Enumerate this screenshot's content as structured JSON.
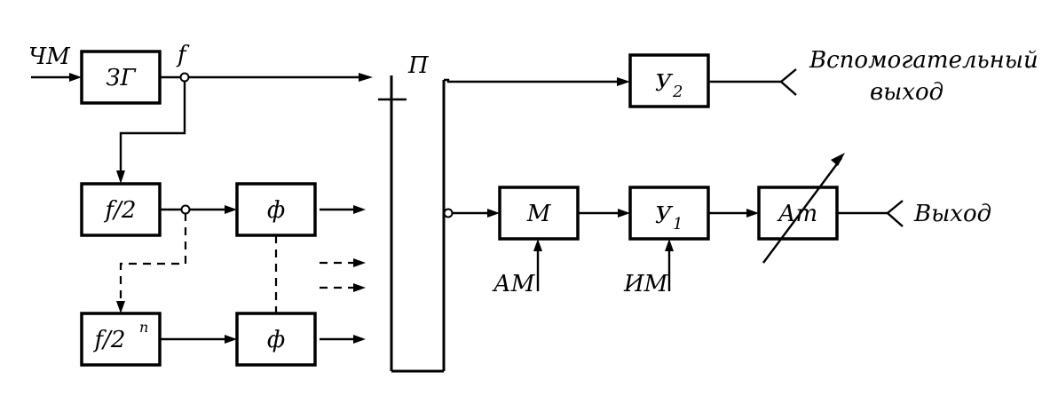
{
  "inputs": {
    "fm": "ЧМ",
    "am": "АМ",
    "pm": "ИМ"
  },
  "nodes": {
    "f_label": "f",
    "switch_label": "П"
  },
  "blocks": {
    "generator": "ЗГ",
    "div2": "f/2",
    "div2n_base": "f/2",
    "div2n_exp": "n",
    "shaper1": "ф",
    "shaper2": "ф",
    "modulator": "М",
    "amp1_base": "У",
    "amp1_sub": "1",
    "amp2_base": "У",
    "amp2_sub": "2",
    "attenuator": "Ат"
  },
  "outputs": {
    "aux_line1": "Вспомогательный",
    "aux_line2": "выход",
    "main": "Выход"
  }
}
